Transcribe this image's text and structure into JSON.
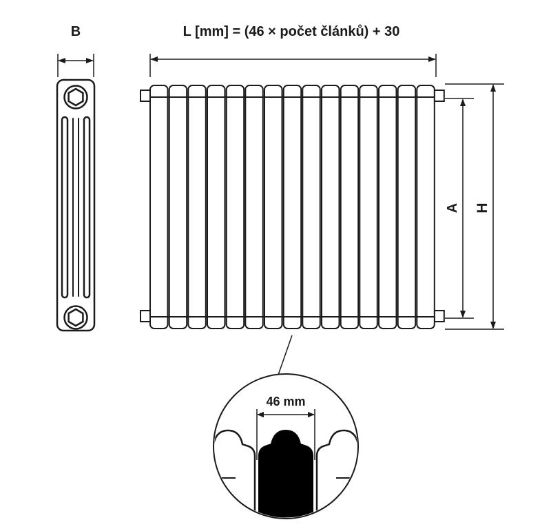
{
  "labels": {
    "b": "B",
    "formula": "L [mm] = (46 × počet článků) + 30",
    "a": "A",
    "h": "H",
    "detail": "46 mm"
  },
  "colors": {
    "line": "#1a1a1a",
    "background": "#ffffff",
    "highlighted_section": "#000000"
  }
}
